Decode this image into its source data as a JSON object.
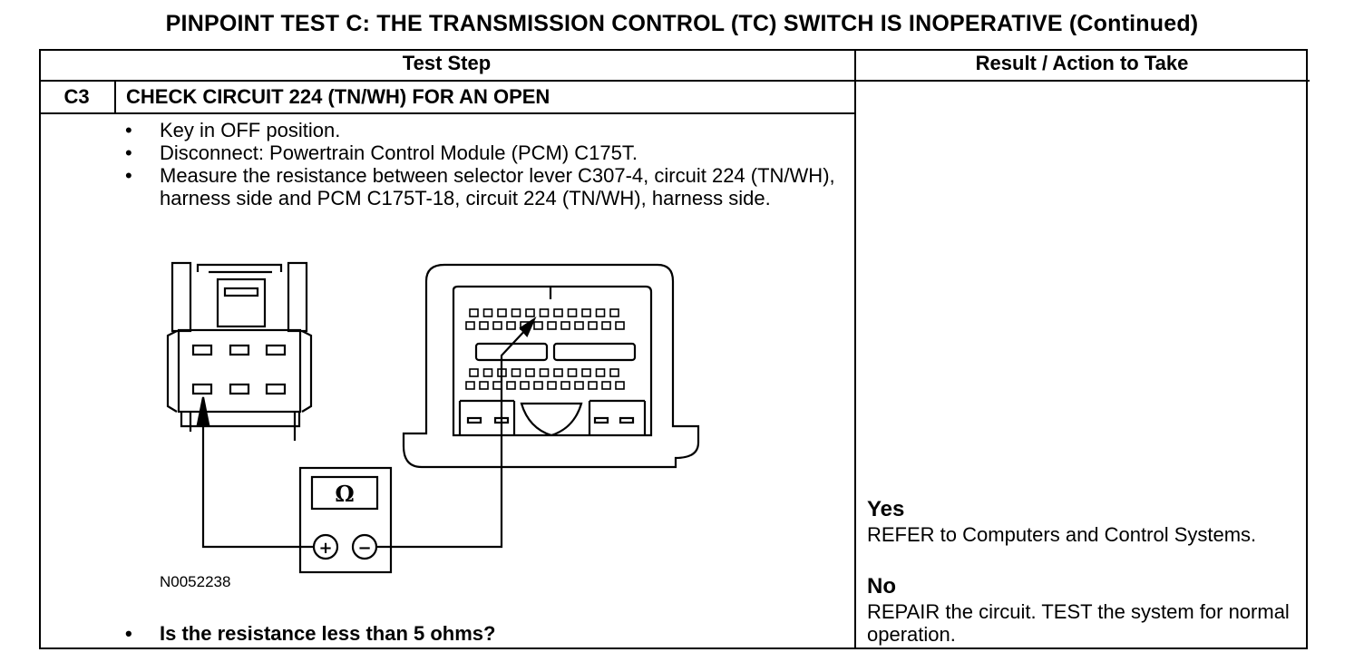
{
  "title": "PINPOINT TEST C: THE TRANSMISSION CONTROL (TC) SWITCH IS INOPERATIVE (Continued)",
  "table": {
    "col_test_step": "Test Step",
    "col_result": "Result / Action to Take"
  },
  "step": {
    "id": "C3",
    "title": "CHECK CIRCUIT 224 (TN/WH) FOR AN OPEN",
    "instructions": [
      "Key in OFF position.",
      "Disconnect: Powertrain Control Module (PCM) C175T.",
      "Measure the resistance between selector lever C307-4, circuit 224 (TN/WH), harness side and PCM C175T-18, circuit 224 (TN/WH), harness side."
    ],
    "figure_id": "N0052238",
    "meter_symbol": "Ω",
    "meter_plus": "+",
    "meter_minus": "−",
    "bullet": "•",
    "question": "Is the resistance less than 5 ohms?"
  },
  "results": {
    "yes_label": "Yes",
    "yes_action": "REFER to Computers and Control Systems.",
    "no_label": "No",
    "no_action": "REPAIR the circuit. TEST the system for normal operation."
  }
}
